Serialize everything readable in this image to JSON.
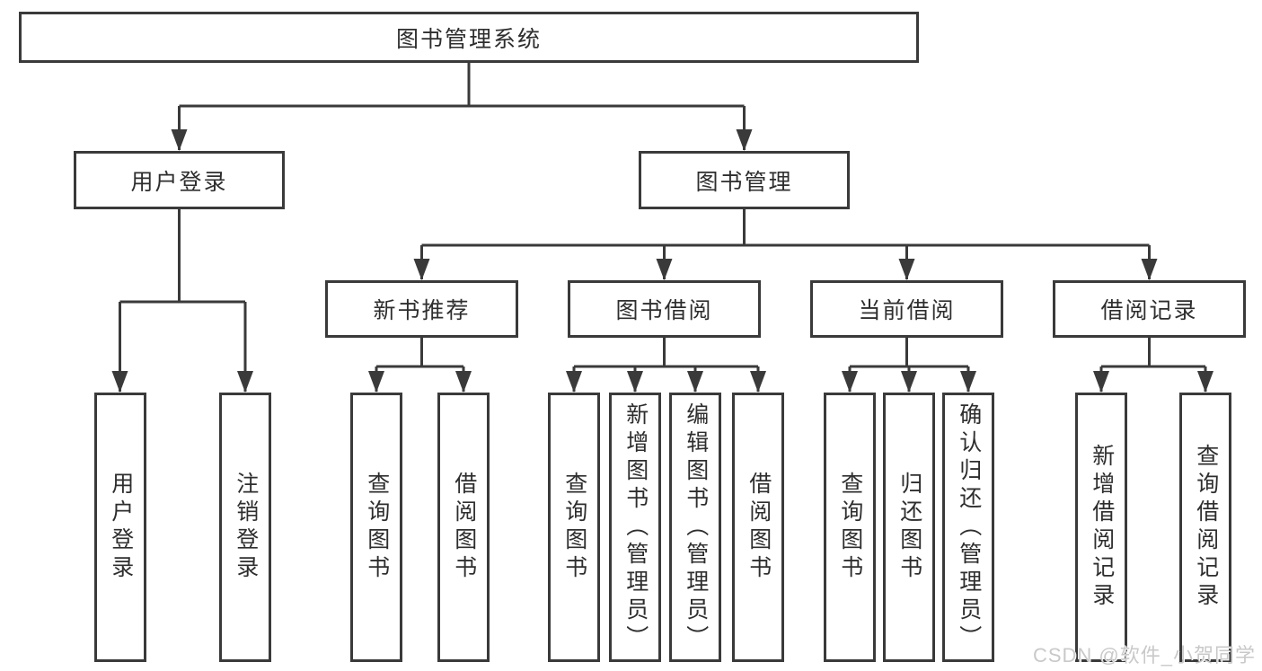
{
  "diagram": {
    "type": "hierarchy-tree",
    "line_color": "#3a3a3a",
    "text_color": "#2e2e2e",
    "tree": {
      "label": "图书管理系统",
      "children": [
        {
          "label": "用户登录",
          "children": [
            {
              "label": "用户登录"
            },
            {
              "label": "注销登录"
            }
          ]
        },
        {
          "label": "图书管理",
          "children": [
            {
              "label": "新书推荐",
              "children": [
                {
                  "label": "查询图书"
                },
                {
                  "label": "借阅图书"
                }
              ]
            },
            {
              "label": "图书借阅",
              "children": [
                {
                  "label": "查询图书"
                },
                {
                  "label": "新增图书（管理员）"
                },
                {
                  "label": "编辑图书（管理员）"
                },
                {
                  "label": "借阅图书"
                }
              ]
            },
            {
              "label": "当前借阅",
              "children": [
                {
                  "label": "查询图书"
                },
                {
                  "label": "归还图书"
                },
                {
                  "label": "确认归还（管理员）"
                }
              ]
            },
            {
              "label": "借阅记录",
              "children": [
                {
                  "label": "新增借阅记录"
                },
                {
                  "label": "查询借阅记录"
                }
              ]
            }
          ]
        }
      ]
    }
  },
  "watermark": {
    "text": "CSDN @软件_小贺同学",
    "color": "#c9c9c9"
  }
}
